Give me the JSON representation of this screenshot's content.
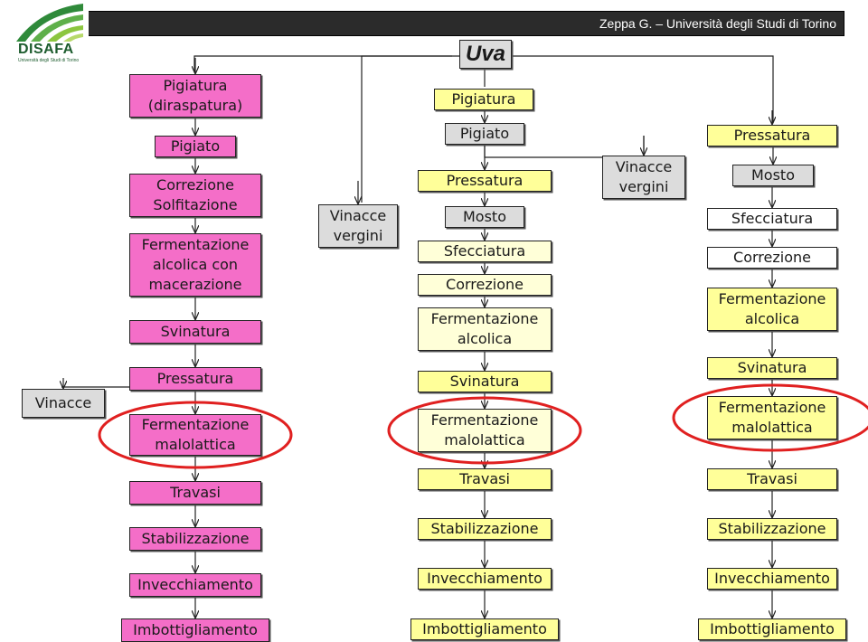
{
  "header": {
    "text": "Zeppa G. – Università degli Studi di Torino"
  },
  "logo": {
    "name": "DISAFA",
    "subtitle": "Università degli Studi di Torino"
  },
  "colors": {
    "pink": "#f46ec8",
    "yellow": "#ffff99",
    "light_yellow": "#ffffd8",
    "grey": "#dcdcdc",
    "highlight_circle": "#e02020",
    "header_bar": "#2b2b2b"
  },
  "nodes": {
    "uva": "Uva",
    "vinacce": "Vinacce",
    "red": {
      "pigiatura": "Pigiatura\n(diraspatura)",
      "pigiato": "Pigiato",
      "correzione": "Correzione\nSolfitazione",
      "fermentazione": "Fermentazione\nalcolica con\nmacerazione",
      "svinatura": "Svinatura",
      "pressatura": "Pressatura",
      "malolattica": "Fermentazione\nmalolattica",
      "travasi": "Travasi",
      "stabilizzazione": "Stabilizzazione",
      "invecchiamento": "Invecchiamento",
      "imbottigliamento": "Imbottigliamento"
    },
    "white": {
      "vinacce_vergini": "Vinacce\nvergini",
      "pigiatura": "Pigiatura",
      "pigiato": "Pigiato",
      "pressatura": "Pressatura",
      "mosto": "Mosto",
      "sfecciatura": "Sfecciatura",
      "correzione": "Correzione",
      "fermentazione": "Fermentazione\nalcolica",
      "svinatura": "Svinatura",
      "malolattica": "Fermentazione\nmalolattica",
      "travasi": "Travasi",
      "stabilizzazione": "Stabilizzazione",
      "invecchiamento": "Invecchiamento",
      "imbottigliamento": "Imbottigliamento"
    },
    "rose": {
      "vinacce_vergini": "Vinacce\nvergini",
      "pressatura": "Pressatura",
      "mosto": "Mosto",
      "sfecciatura": "Sfecciatura",
      "correzione": "Correzione",
      "fermentazione": "Fermentazione\nalcolica",
      "svinatura": "Svinatura",
      "malolattica": "Fermentazione\nmalolattica",
      "travasi": "Travasi",
      "stabilizzazione": "Stabilizzazione",
      "invecchiamento": "Invecchiamento",
      "imbottigliamento": "Imbottigliamento"
    }
  }
}
